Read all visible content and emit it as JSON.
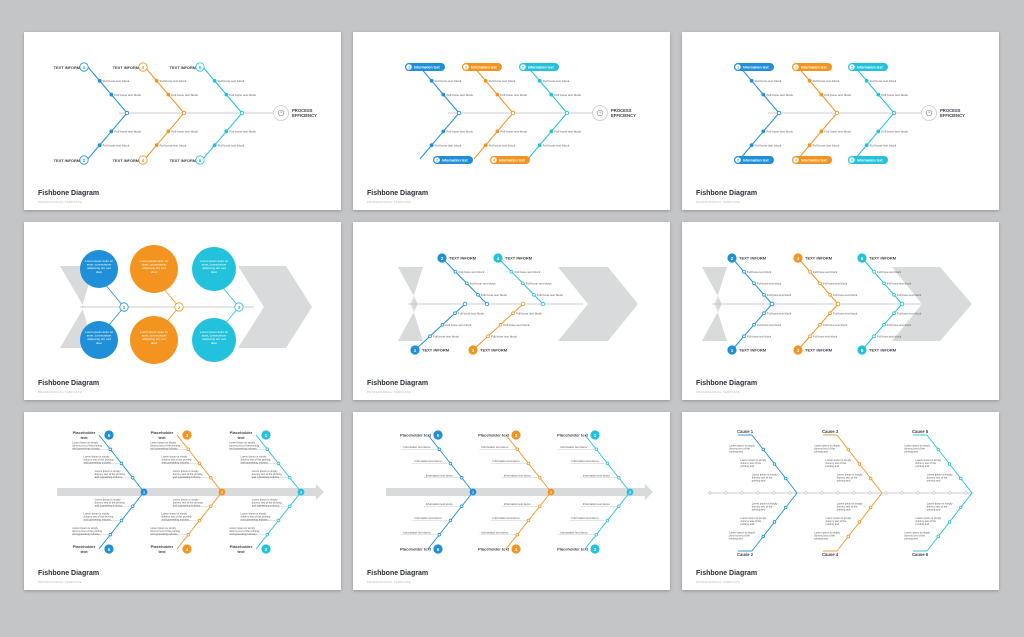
{
  "colors": {
    "blue": "#1e8fd8",
    "orange": "#f39420",
    "cyan": "#22c2dc",
    "gray": "#d9dadc",
    "line": "#c9ccd1",
    "text": "#3a3d44"
  },
  "common": {
    "title": "Fishbone Diagram",
    "subtitle": "PROFESSIONAL TEMPLATE",
    "process_label": "PROCESS\nEFFICIENCY",
    "node_icon": "clock-icon"
  },
  "slides": [
    {
      "variant": "classic",
      "labels": {
        "head": [
          "TEXT INFORM",
          "TEXT INFORM",
          "TEXT INFORM",
          "TEXT INFORM",
          "TEXT INFORM",
          "TEXT INFORM"
        ],
        "bone": "Full bone text block"
      }
    },
    {
      "variant": "pill",
      "labels": {
        "head": [
          "Information text",
          "Information text",
          "Information text",
          "Information text",
          "Information text",
          "Information text"
        ],
        "bone": "Full bone text block"
      }
    },
    {
      "variant": "pill-six",
      "labels": {
        "head": [
          "Information text",
          "Information text",
          "Information text",
          "Information text",
          "Information text",
          "Information text"
        ],
        "bone": "Full bone text block"
      }
    },
    {
      "variant": "bubbles",
      "labels": {
        "bubble": "Lorem ipsum dolor sit amet, consectetuer adipiscing elit, sed diam"
      }
    },
    {
      "variant": "arrow-four",
      "labels": {
        "head": [
          "TEXT INFORM",
          "TEXT INFORM",
          "TEXT INFORM",
          "TEXT INFORM"
        ],
        "bone": "Full bone text block"
      }
    },
    {
      "variant": "arrow-six",
      "labels": {
        "head": [
          "TEXT INFORM",
          "TEXT INFORM",
          "TEXT INFORM",
          "TEXT INFORM",
          "TEXT INFORM",
          "TEXT INFORM"
        ],
        "bone": "Full bone text block"
      }
    },
    {
      "variant": "placeholder-long",
      "labels": {
        "head": [
          "Placeholder text",
          "Placeholder text",
          "Placeholder text",
          "Placeholder text",
          "Placeholder text",
          "Placeholder text"
        ],
        "bone": "Lorem Ipsum is simply dummy text of the printing and typesetting industry."
      }
    },
    {
      "variant": "placeholder-short",
      "labels": {
        "head": [
          "Placeholder text",
          "Placeholder text",
          "Placeholder text",
          "Placeholder text",
          "Placeholder text",
          "Placeholder text"
        ],
        "bone": "Information text demo"
      }
    },
    {
      "variant": "causes",
      "labels": {
        "head": [
          "Cause 1",
          "Cause 3",
          "Cause 5",
          "Cause 2",
          "Cause 4",
          "Cause 6"
        ],
        "bone": "Lorem ipsum is simply dummy text of the printing and typesetting industry."
      }
    }
  ]
}
